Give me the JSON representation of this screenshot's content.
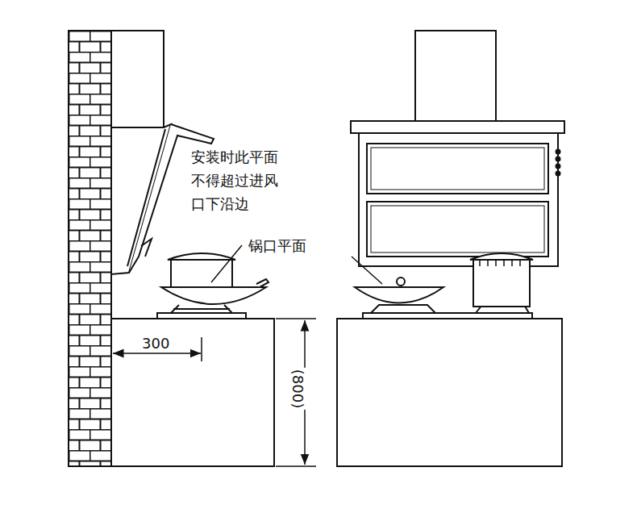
{
  "diagram": {
    "labels": [
      "安装时此平面 不得超过进风 口下沿边",
      "锅口平面",
      "300",
      "(800)"
    ]
  }
}
